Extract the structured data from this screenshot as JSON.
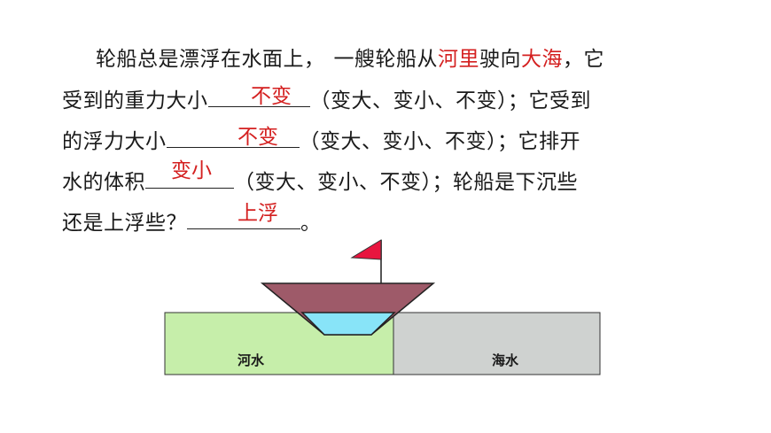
{
  "paragraph": {
    "l1_a": "轮船总是漂浮在水面上，",
    "l1_b": "一艘轮船从",
    "l1_river": "河里",
    "l1_c": "驶向",
    "l1_sea": "大海",
    "l1_d": "，它",
    "l2_a": "受到的重力大小",
    "l2_options": "（变大、变小、不变）；它受到",
    "l3_a": "的浮力大小",
    "l3_options": "（变大、变小、不变）；它排开",
    "l4_a": "水的体积",
    "l4_options": "（变大、变小、不变）；轮船是下沉些",
    "l5_a": "还是上浮些？",
    "l5_end": "。"
  },
  "answers": {
    "gravity": "不变",
    "buoyancy": "不变",
    "volume": "变小",
    "float": "上浮"
  },
  "diagram": {
    "river_label": "河水",
    "sea_label": "海水",
    "colors": {
      "river": "#c6eeaa",
      "sea": "#cfd2d0",
      "hull": "#9e5a69",
      "submerged": "#88e4f8",
      "flag": "#e8153f"
    }
  }
}
